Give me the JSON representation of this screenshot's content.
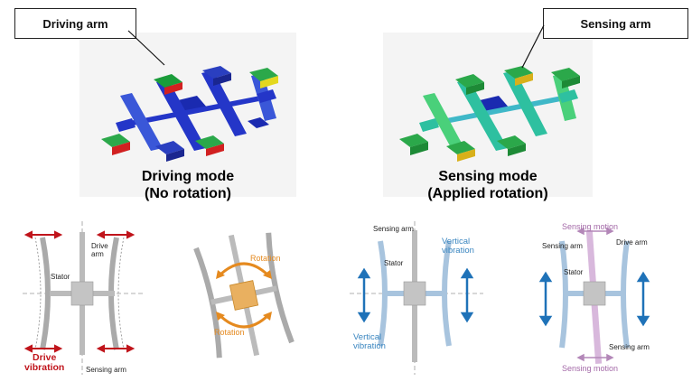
{
  "callouts": {
    "driving_arm": "Driving arm",
    "sensing_arm": "Sensing arm"
  },
  "modes": {
    "driving": {
      "line1": "Driving mode",
      "line2": "(No rotation)"
    },
    "sensing": {
      "line1": "Sensing mode",
      "line2": "(Applied rotation)"
    }
  },
  "panel1": {
    "drive_arm": "Drive\narm",
    "stator": "Stator",
    "drive_vibration": "Drive\nvibration",
    "sensing_arm": "Sensing arm"
  },
  "panel2": {
    "rotation_top": "Rotation",
    "rotation_bottom": "Rotation"
  },
  "panel3": {
    "sensing_arm": "Sensing arm",
    "stator": "Stator",
    "vertical_vibration_right": "Vertical\nvibration",
    "vertical_vibration_left": "Vertical\nvibration"
  },
  "panel4": {
    "sensing_motion_top": "Sensing motion",
    "sensing_arm": "Sensing arm",
    "drive_arm": "Drive arm",
    "stator": "Stator",
    "sensing_arm_bottom": "Sensing arm",
    "sensing_motion_bottom": "Sensing motion"
  },
  "colors": {
    "drive_red": "#c0141b",
    "rotation_orange": "#e58a1f",
    "vibration_blue": "#3a86c0",
    "sensing_purple": "#a46aa8"
  }
}
